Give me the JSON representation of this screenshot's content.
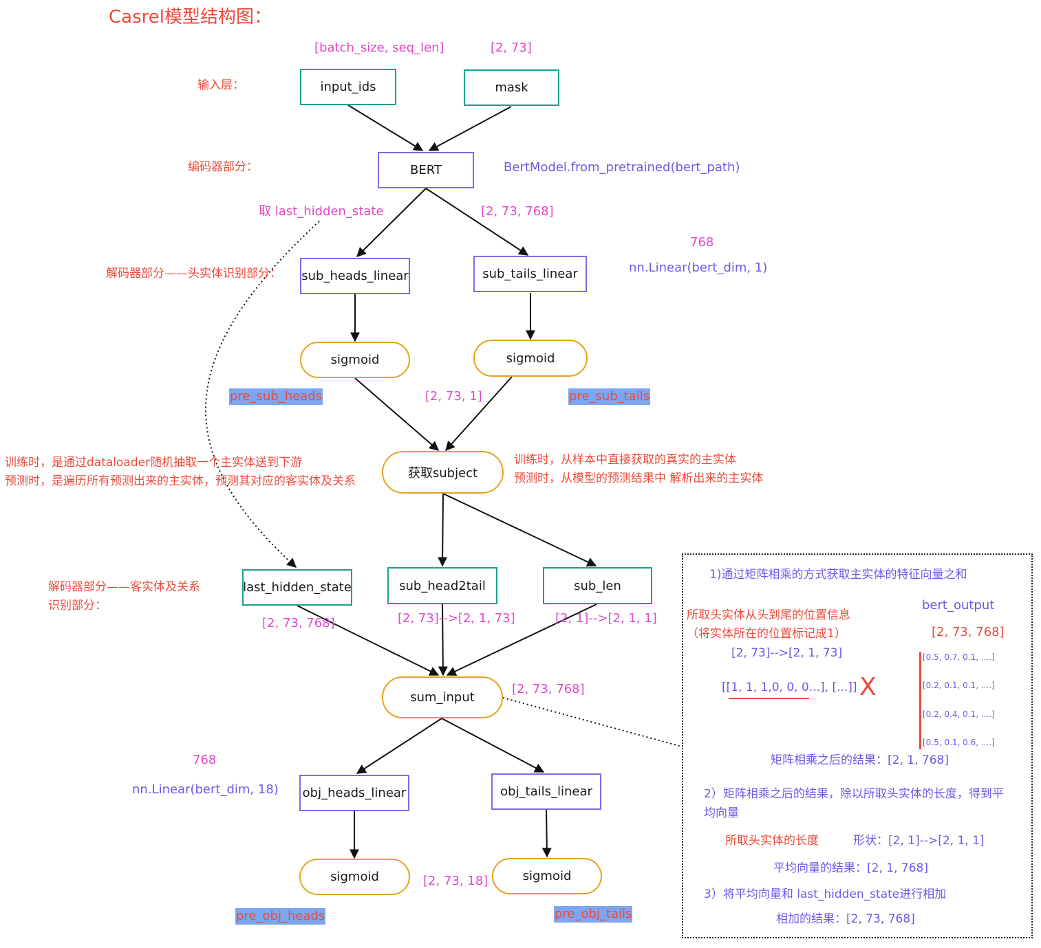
{
  "title": "Casrel模型结构图：",
  "section_labels": {
    "input_layer": "输入层：",
    "encoder": "编码器部分：",
    "decoder_sub": "解码器部分——头实体识别部分：",
    "decoder_obj_line1": "解码器部分——客实体及关系",
    "decoder_obj_line2": "识别部分："
  },
  "nodes": {
    "input_ids": "input_ids",
    "mask": "mask",
    "bert": "BERT",
    "sub_heads_linear": "sub_heads_linear",
    "sub_tails_linear": "sub_tails_linear",
    "sigmoid_sub_heads": "sigmoid",
    "sigmoid_sub_tails": "sigmoid",
    "get_subject": "获取subject",
    "last_hidden_state": "last_hidden_state",
    "sub_head2tail": "sub_head2tail",
    "sub_len": "sub_len",
    "sum_input": "sum_input",
    "obj_heads_linear": "obj_heads_linear",
    "obj_tails_linear": "obj_tails_linear",
    "sigmoid_obj_heads": "sigmoid",
    "sigmoid_obj_tails": "sigmoid"
  },
  "annotations": {
    "input_shape_names": "[batch_size, seq_len]",
    "input_shape_values": "[2, 73]",
    "bert_call": "BertModel.from_pretrained(bert_path)",
    "take_last_hidden": "取 last_hidden_state",
    "bert_out_shape": "[2, 73, 768]",
    "sub_linear_in": "768",
    "sub_linear_call": "nn.Linear(bert_dim, 1)",
    "pre_sub_heads": "pre_sub_heads",
    "pre_sub_tails": "pre_sub_tails",
    "sub_sigmoid_shape": "[2, 73, 1]",
    "train_left": "训练时，是通过dataloader随机抽取一个主实体送到下游",
    "predict_left": "预测时，是遍历所有预测出来的主实体，预测其对应的客实体及关系",
    "train_right": "训练时，从样本中直接获取的真实的主实体",
    "predict_right": "预测时，从模型的预测结果中 解析出来的主实体",
    "last_hidden_shape": "[2, 73, 768]",
    "head2tail_shape": "[2, 73]-->[2, 1, 73]",
    "sub_len_shape": "[2, 1]-->[2, 1, 1]",
    "sum_input_shape": "[2, 73, 768]",
    "obj_linear_in": "768",
    "obj_linear_call": "nn.Linear(bert_dim, 18)",
    "obj_sigmoid_shape": "[2, 73, 18]",
    "pre_obj_heads": "pre_obj_heads",
    "pre_obj_tails": "pre_obj_tails"
  },
  "detail_box": {
    "step1": "1)通过矩阵相乘的方式获取主实体的特征向量之和",
    "bert_output": "bert_output",
    "pos_info_line1": "所取头实体从头到尾的位置信息",
    "pos_info_line2": "（将实体所在的位置标记成1）",
    "bert_output_shape": "[2, 73, 768]",
    "pos_shape": "[2, 73]-->[2, 1, 73]",
    "pos_example": "[[1, 1, 1,0, 0, 0...], [...]]",
    "multiply_sign": "X",
    "matrix_rows": [
      "[0.5, 0.7, 0.1, ....]",
      "[0.2, 0.1, 0.1, ....]",
      "[0.2, 0.4, 0.1, ....]",
      "[0.5, 0.1, 0.6, ....]"
    ],
    "matmul_result": "矩阵相乘之后的结果：[2, 1, 768]",
    "step2_line1": "2）矩阵相乘之后的结果，除以所取头实体的长度，得到平",
    "step2_line2": "均向量",
    "length_label": "所取头实体的长度",
    "length_shape": "形状：[2, 1]-->[2, 1, 1]",
    "mean_result": "平均向量的结果：[2, 1, 768]",
    "step3": "3）将平均向量和 last_hidden_state进行相加",
    "add_result": "相加的结果：[2, 73, 768]"
  },
  "colors": {
    "red": "#ea4b3c",
    "pink": "#e048c8",
    "purple": "#6f58e8",
    "teal_border": "#18a189",
    "violet_border": "#7c6ce6",
    "orange_border": "#e6a21b",
    "highlight": "#7ea6f0"
  }
}
